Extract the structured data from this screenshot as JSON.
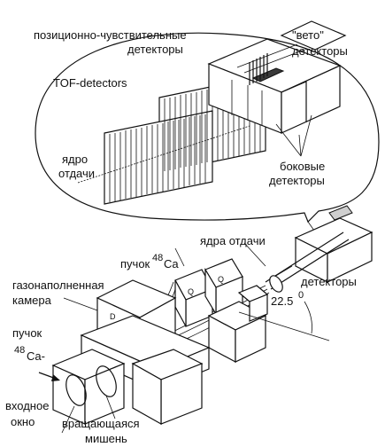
{
  "labels": {
    "pos_sensitive": "позиционно-чувствительные",
    "pos_detectors": "детекторы",
    "veto": "\"вето\"",
    "veto_detectors": "детекторы",
    "tof": "TOF-detectors",
    "recoil_1": "ядро",
    "recoil_2": "отдачи",
    "side_1": "боковые",
    "side_2": "детекторы",
    "recoil_nuclei": "ядра отдачи",
    "beam_pre": "пучок",
    "beam_mass": "48",
    "beam_el": "Ca",
    "detectors": "детекторы",
    "gas_1": "газонаполненная",
    "gas_2": "камера",
    "angle": "22.5",
    "angle_deg": "0",
    "in_beam_1": "пучок",
    "in_beam_mass": "48",
    "in_beam_el": "Ca-",
    "entrance_1": "входное",
    "entrance_2": "окно",
    "target_1": "вращающаяся",
    "target_2": "мишень"
  },
  "colors": {
    "line": "#111111",
    "shade": "#cfcfcf",
    "dark": "#3a3a3a"
  }
}
